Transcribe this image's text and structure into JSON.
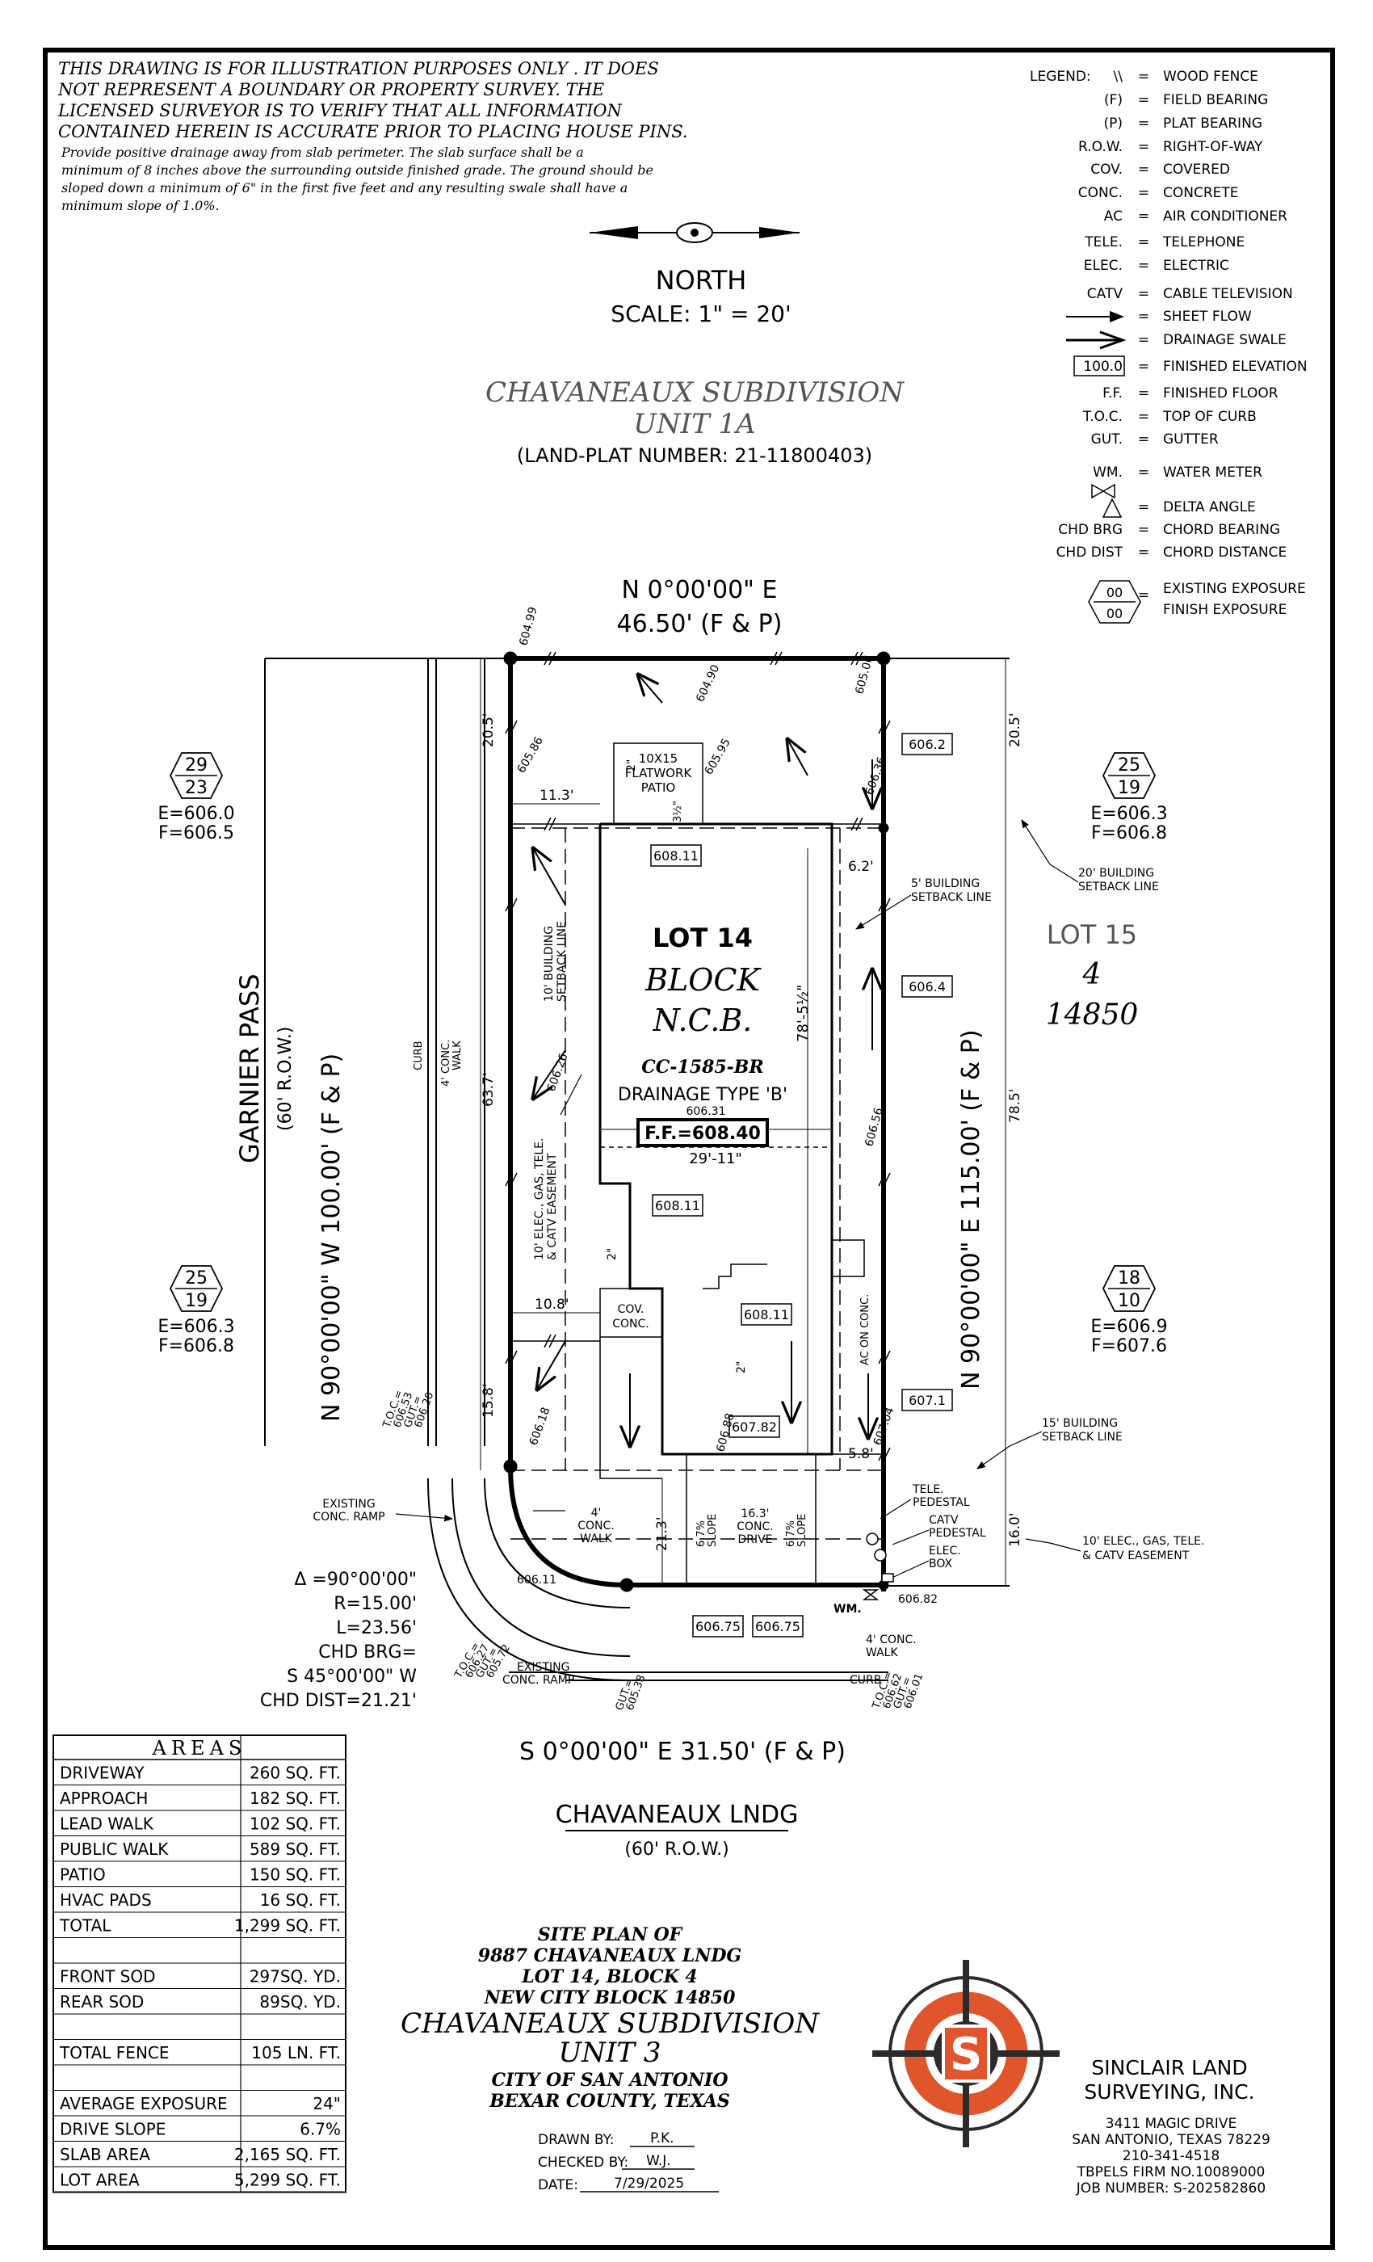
{
  "disclaimer": {
    "lines": [
      "THIS DRAWING IS FOR ILLUSTRATION PURPOSES ONLY . IT DOES",
      "NOT REPRESENT A BOUNDARY OR PROPERTY SURVEY. THE",
      "LICENSED SURVEYOR IS TO VERIFY THAT ALL INFORMATION",
      "CONTAINED HEREIN IS ACCURATE PRIOR TO PLACING HOUSE PINS."
    ],
    "drainage_note": [
      "Provide positive drainage away from slab perimeter. The slab surface shall be a",
      "minimum of 8 inches above the surrounding outside finished grade. The ground should be",
      "sloped down a minimum of 6\" in the first five feet and any resulting swale shall have a",
      "minimum slope of 1.0%."
    ]
  },
  "north": {
    "label": "NORTH",
    "scale": "SCALE: 1\" = 20'"
  },
  "subdivision_header": {
    "name": "CHAVANEAUX SUBDIVISION",
    "unit": "UNIT 1A",
    "plat": "(LAND-PLAT NUMBER: 21-11800403)"
  },
  "legend": {
    "title": "LEGEND:",
    "items": [
      {
        "sym": "\\\\",
        "desc": "WOOD FENCE"
      },
      {
        "sym": "(F)",
        "desc": "FIELD BEARING"
      },
      {
        "sym": "(P)",
        "desc": "PLAT BEARING"
      },
      {
        "sym": "R.O.W.",
        "desc": "RIGHT-OF-WAY"
      },
      {
        "sym": "COV.",
        "desc": "COVERED"
      },
      {
        "sym": "CONC.",
        "desc": "CONCRETE"
      },
      {
        "sym": "AC",
        "desc": "AIR CONDITIONER"
      },
      {
        "sym": "TELE.",
        "desc": "TELEPHONE"
      },
      {
        "sym": "ELEC.",
        "desc": "ELECTRIC"
      },
      {
        "sym": "CATV",
        "desc": "CABLE TELEVISION"
      },
      {
        "sym": "",
        "desc": "SHEET FLOW"
      },
      {
        "sym": "",
        "desc": "DRAINAGE SWALE"
      },
      {
        "sym": "100.0",
        "desc": "FINISHED ELEVATION"
      },
      {
        "sym": "F.F.",
        "desc": "FINISHED FLOOR"
      },
      {
        "sym": "T.O.C.",
        "desc": "TOP OF CURB"
      },
      {
        "sym": "GUT.",
        "desc": "GUTTER"
      },
      {
        "sym": "WM.",
        "desc": "WATER METER"
      },
      {
        "sym": "",
        "desc": "DELTA ANGLE"
      },
      {
        "sym": "CHD BRG",
        "desc": "CHORD BEARING"
      },
      {
        "sym": "CHD DIST",
        "desc": "CHORD DISTANCE"
      },
      {
        "sym": "00",
        "sym2": "00",
        "desc": "EXISTING EXPOSURE",
        "desc2": "FINISH EXPOSURE"
      }
    ],
    "equals": "="
  },
  "bearings": {
    "north_line": "N 0°00'00\" E",
    "north_dist": "46.50' (F & P)",
    "west_line": "N 90°00'00\" W 100.00' (F & P)",
    "east_line": "N 90°00'00\" E 115.00' (F & P)",
    "south_line": "S 0°00'00\" E 31.50' (F & P)"
  },
  "street_west": {
    "name": "GARNIER PASS",
    "row": "(60' R.O.W.)"
  },
  "street_south": {
    "name": "CHAVANEAUX LNDG",
    "row": "(60' R.O.W.)"
  },
  "lot": {
    "title": "LOT 14",
    "block": "BLOCK",
    "ncb": "N.C.B.",
    "plan": "CC-1585-BR",
    "drainage": "DRAINAGE TYPE 'B'",
    "drainage_elev": "606.31",
    "ff": "F.F.=608.40",
    "width_dim": "29'-11\"",
    "depth_dim": "78'-5½\""
  },
  "lot15": {
    "label": "LOT 15",
    "block": "4",
    "ncb": "14850"
  },
  "exposures": {
    "nw": {
      "top": "29",
      "bot": "23",
      "e": "E=606.0",
      "f": "F=606.5"
    },
    "ne": {
      "top": "25",
      "bot": "19",
      "e": "E=606.3",
      "f": "F=606.8"
    },
    "w": {
      "top": "25",
      "bot": "19",
      "e": "E=606.3",
      "f": "F=606.8"
    },
    "e": {
      "top": "18",
      "bot": "10",
      "e": "E=606.9",
      "f": "F=607.6"
    }
  },
  "elevations": {
    "e1": "606.2",
    "e2": "606.4",
    "e3": "607.1",
    "e4": "608.11",
    "e5": "608.11",
    "e6": "608.11",
    "e7": "607.82",
    "e8": "606.75",
    "e9": "606.75",
    "s1": "604.99",
    "s2": "604.90",
    "s3": "605.06",
    "s4": "605.86",
    "s5": "605.95",
    "s6": "606.36",
    "s7": "606.26",
    "s8": "606.56",
    "s9": "606.18",
    "s10": "606.88",
    "s11": "607.04",
    "s12": "606.11",
    "s13": "606.82",
    "s14": "605.38",
    "s15": "606.01"
  },
  "dims": {
    "d1": "20.5'",
    "d2": "11.3'",
    "d3": "63.7'",
    "d4": "10.8'",
    "d5": "15.8'",
    "d6": "21.3'",
    "d7": "6.2'",
    "d8": "20.5'",
    "d9": "78.5'",
    "d10": "5.8'",
    "d11": "16.0'",
    "d12": "16.3'"
  },
  "labels": {
    "patio": [
      "10X15",
      "FLATWORK",
      "PATIO"
    ],
    "building_10": [
      "10' BUILDING",
      "SETBACK LINE"
    ],
    "easement_w": [
      "10' ELEC., GAS, TELE.",
      "& CATV EASEMENT"
    ],
    "curb": "CURB",
    "walk_w": [
      "4' CONC.",
      "WALK"
    ],
    "cov_conc": [
      "COV.",
      "CONC."
    ],
    "ac_on_conc": "AC ON CONC.",
    "building_5": [
      "5' BUILDING",
      "SETBACK LINE"
    ],
    "building_20": [
      "20' BUILDING",
      "SETBACK LINE"
    ],
    "building_15": [
      "15' BUILDING",
      "SETBACK LINE"
    ],
    "tele": [
      "TELE.",
      "PEDESTAL"
    ],
    "catv": [
      "CATV",
      "PEDESTAL"
    ],
    "elec": [
      "ELEC.",
      "BOX"
    ],
    "easement_e": [
      "10' ELEC., GAS, TELE.",
      "& CATV EASEMENT"
    ],
    "ramp_w": [
      "EXISTING",
      "CONC. RAMP"
    ],
    "walk_s": [
      "4'",
      "CONC.",
      "WALK"
    ],
    "drive": [
      "16.3'",
      "CONC.",
      "DRIVE"
    ],
    "slope1": [
      "6.7%",
      "SLOPE"
    ],
    "slope2": [
      "6.7%",
      "SLOPE"
    ],
    "wm": "WM.",
    "walk_s2": [
      "4' CONC.",
      "WALK"
    ],
    "ramp_s": [
      "EXISTING",
      "CONC. RAMP"
    ],
    "curb_s": "CURB",
    "toc_w": [
      "T.O.C.=",
      "606.53",
      "GUT.=",
      "606.20"
    ],
    "toc_sw": [
      "T.O.C.=",
      "606.27",
      "GUT.=",
      "605.72"
    ],
    "gut_s": [
      "GUT.=",
      "605.38"
    ],
    "toc_se": [
      "T.O.C.=",
      "606.62",
      "GUT.=",
      "606.01"
    ],
    "slope_2a": "2\"",
    "slope_2b": "2\"",
    "slope_2c": "2\"",
    "frac": "3½\""
  },
  "curve": {
    "delta": "Δ =90°00'00\"",
    "r": "R=15.00'",
    "l": "L=23.56'",
    "chd_brg": "CHD BRG=",
    "chd_brg_v": "S 45°00'00\" W",
    "chd_dist": "CHD DIST=21.21'"
  },
  "areas": {
    "title": "AREAS",
    "rows": [
      {
        "label": "DRIVEWAY",
        "value": "260 SQ. FT."
      },
      {
        "label": "APPROACH",
        "value": "182 SQ. FT."
      },
      {
        "label": "LEAD WALK",
        "value": "102 SQ. FT."
      },
      {
        "label": "PUBLIC WALK",
        "value": "589 SQ. FT."
      },
      {
        "label": "PATIO",
        "value": "150 SQ. FT."
      },
      {
        "label": "HVAC PADS",
        "value": "16 SQ. FT."
      },
      {
        "label": "TOTAL",
        "value": "1,299 SQ. FT."
      },
      {
        "label": "",
        "value": ""
      },
      {
        "label": "FRONT SOD",
        "value": "297SQ. YD."
      },
      {
        "label": "REAR SOD",
        "value": "89SQ. YD."
      },
      {
        "label": "",
        "value": ""
      },
      {
        "label": "TOTAL FENCE",
        "value": "105 LN. FT."
      },
      {
        "label": "",
        "value": ""
      },
      {
        "label": "AVERAGE EXPOSURE",
        "value": "24\""
      },
      {
        "label": "DRIVE SLOPE",
        "value": "6.7%"
      },
      {
        "label": "SLAB AREA",
        "value": "2,165 SQ. FT."
      },
      {
        "label": "LOT AREA",
        "value": "5,299 SQ. FT."
      }
    ]
  },
  "title_block": {
    "l1": "SITE PLAN OF",
    "l2": "9887 CHAVANEAUX LNDG",
    "l3": "LOT 14, BLOCK 4",
    "l4": "NEW CITY BLOCK 14850",
    "l5": "CHAVANEAUX SUBDIVISION",
    "l6": "UNIT 3",
    "l7": "CITY OF SAN ANTONIO",
    "l8": "BEXAR COUNTY, TEXAS",
    "drawn_label": "DRAWN BY:",
    "drawn": "P.K.",
    "checked_label": "CHECKED BY:",
    "checked": "W.J.",
    "date_label": "DATE:",
    "date": "7/29/2025"
  },
  "company": {
    "name1": "SINCLAIR LAND",
    "name2": "SURVEYING, INC.",
    "addr1": "3411 MAGIC DRIVE",
    "addr2": "SAN ANTONIO, TEXAS 78229",
    "phone": "210-341-4518",
    "firm": "TBPELS FIRM NO.10089000",
    "job": "JOB NUMBER: S-202582860",
    "logo_letter": "S"
  },
  "colors": {
    "logo_orange": "#e0552b",
    "logo_dark": "#2b2b2b",
    "gray_text": "#555555"
  }
}
